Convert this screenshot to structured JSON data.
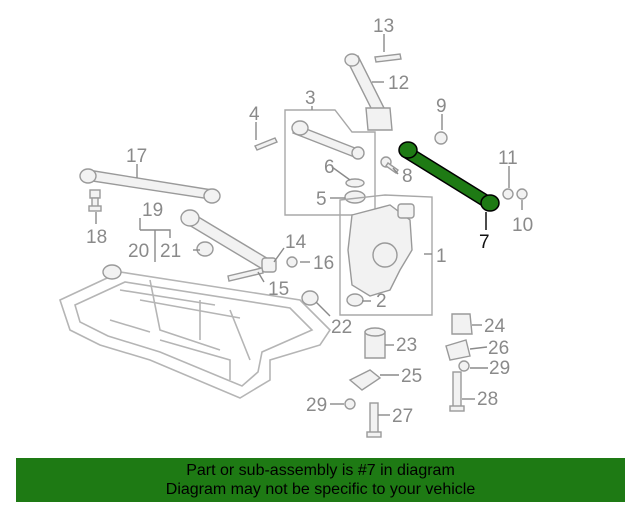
{
  "diagram": {
    "callouts": [
      "1",
      "2",
      "3",
      "4",
      "5",
      "6",
      "7",
      "8",
      "9",
      "10",
      "11",
      "12",
      "13",
      "14",
      "15",
      "16",
      "17",
      "18",
      "19",
      "20",
      "21",
      "22",
      "23",
      "24",
      "25",
      "26",
      "27",
      "28",
      "29",
      "29"
    ]
  },
  "banner": {
    "line1": "Part or sub-assembly is #7 in diagram",
    "line2": "Diagram may not be specific to your vehicle"
  },
  "colors": {
    "highlight": "#1e7a14",
    "banner_bg": "#1e7a14",
    "line_art": "#9a9a9a"
  }
}
